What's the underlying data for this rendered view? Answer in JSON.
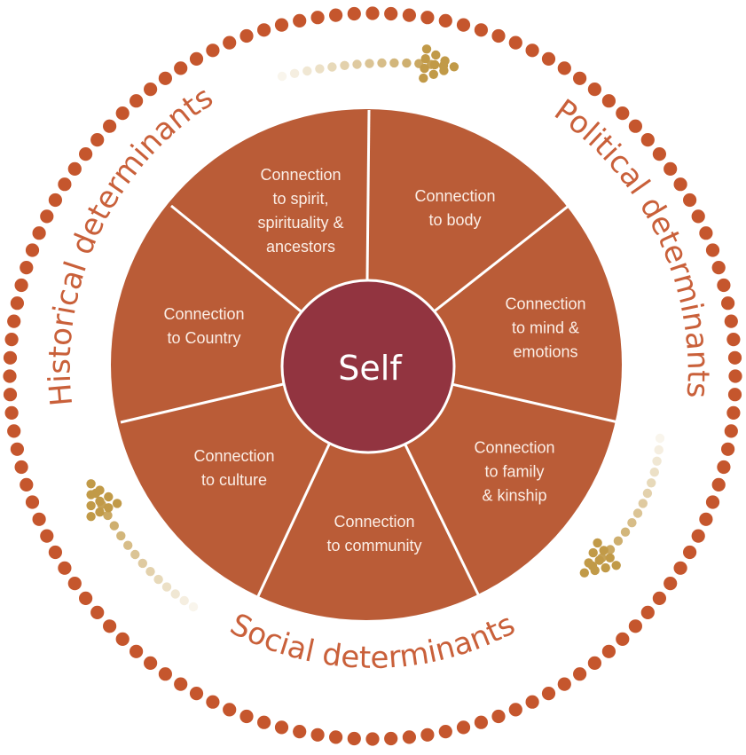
{
  "center": {
    "label": "Self"
  },
  "segments": [
    {
      "label": "Connection\nto spirit,\nspirituality &\nancestors"
    },
    {
      "label": "Connection\nto body"
    },
    {
      "label": "Connection\nto mind &\nemotions"
    },
    {
      "label": "Connection\nto family\n& kinship"
    },
    {
      "label": "Connection\nto community"
    },
    {
      "label": "Connection\nto culture"
    },
    {
      "label": "Connection\nto Country"
    }
  ],
  "outer_labels": {
    "historical": "Historical determinants",
    "political": "Political determinants",
    "social": "Social determinants"
  },
  "colors": {
    "segment_fill": "#ba5c37",
    "center_fill": "#923440",
    "dot_ring": "#c5562d",
    "arc_text": "#c9603a",
    "arrow_gold": "#c19a48",
    "divider": "#ffffff"
  }
}
